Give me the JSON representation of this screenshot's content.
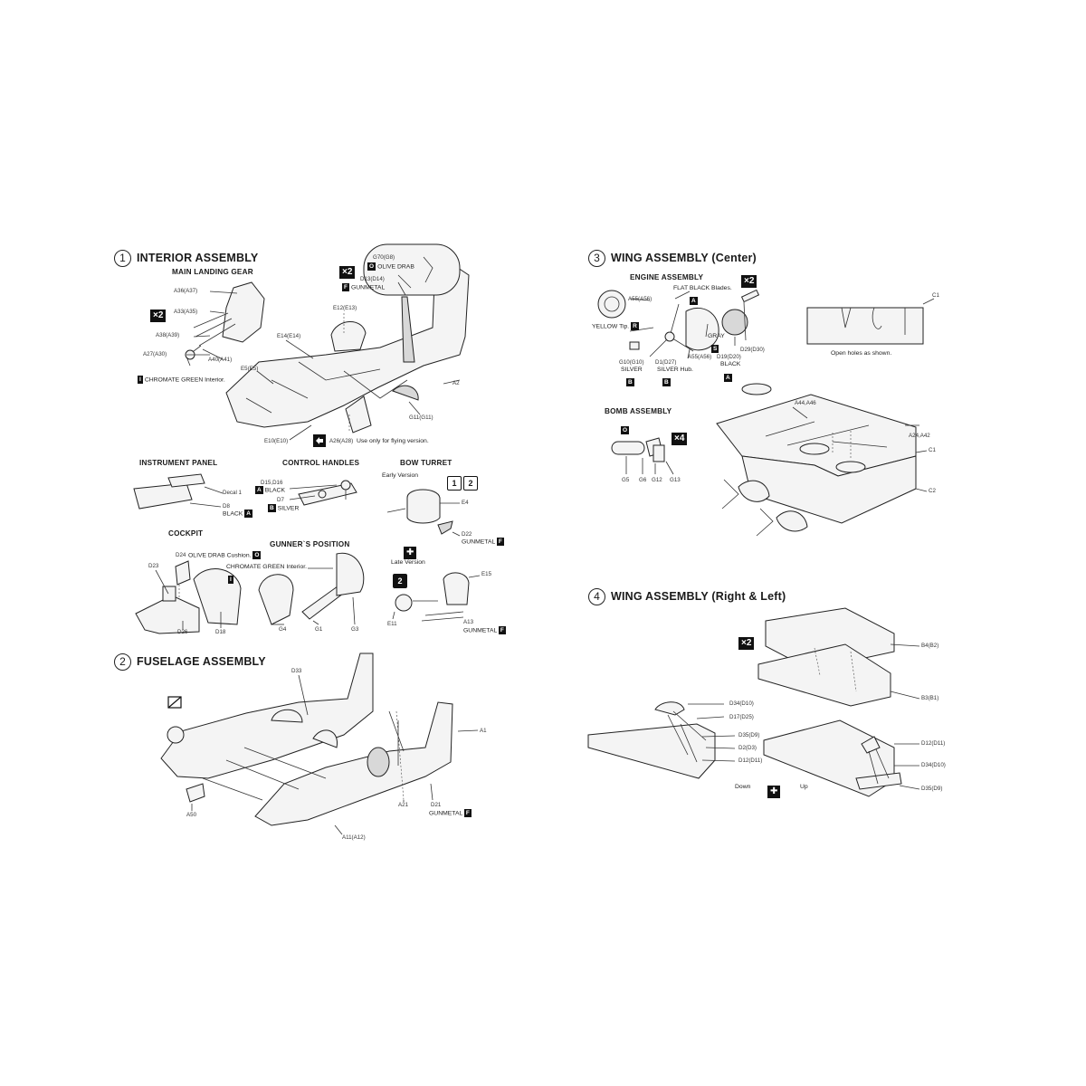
{
  "steps": {
    "s1": {
      "num": "1",
      "title": "INTERIOR ASSEMBLY"
    },
    "s2": {
      "num": "2",
      "title": "FUSELAGE ASSEMBLY"
    },
    "s3": {
      "num": "3",
      "title": "WING ASSEMBLY (Center)"
    },
    "s4": {
      "num": "4",
      "title": "WING ASSEMBLY (Right & Left)"
    }
  },
  "s1": {
    "main_landing_gear": "MAIN LANDING GEAR",
    "x2": "×2",
    "gear_parts": [
      "A36(A37)",
      "A33(A35)",
      "A38(A39)",
      "A27(A30)",
      "A40(A41)"
    ],
    "chromate_badge": "I",
    "chromate_note": "CHROMATE GREEN Interior.",
    "callout_x2": "×2",
    "callout_parts": [
      "G70(G8)",
      "D13(D14)"
    ],
    "olive_badge": "O",
    "olive_text": "OLIVE DRAB",
    "gun_badge": "F",
    "gun_text": "GUNMETAL",
    "fuse_parts": [
      "E12(E13)",
      "E14(E14)",
      "E5(E5)",
      "E10(E10)",
      "A2",
      "G11(G11)",
      "A26(A28)"
    ],
    "flying_note": "Use only for flying version.",
    "instrument_panel": "INSTRUMENT PANEL",
    "decal": "Decal 1",
    "d8": "D8",
    "black_text": "BLACK",
    "black_badge": "A",
    "control_handles": "CONTROL HANDLES",
    "d15": "D15,D16",
    "d7": "D7",
    "silver_badge": "B",
    "silver_text": "SILVER",
    "bow_turret": "BOW TURRET",
    "early_version": "Early Version",
    "e4": "E4",
    "d22": "D22",
    "late_version": "Late Version",
    "e15": "E15",
    "e11": "E11",
    "a13": "A13",
    "cockpit": "COCKPIT",
    "d24": "D24",
    "cushion": "OLIVE DRAB Cushion.",
    "d23": "D23",
    "d26": "D26",
    "d18": "D18",
    "gunners_position": "GUNNER`S POSITION",
    "chromate_interior": "CHROMATE GREEN Interior.",
    "g4": "G4",
    "g1": "G1",
    "g3": "G3"
  },
  "s2": {
    "parts": [
      "D33",
      "A1",
      "A50",
      "A21",
      "D21",
      "A11(A12)"
    ]
  },
  "s3": {
    "engine_assembly": "ENGINE ASSEMBLY",
    "x2": "×2",
    "a55": "A55(A56)",
    "flat_black": "FLAT BLACK Blades.",
    "yellow": "YELLOW Tip.",
    "yellow_badge": "R",
    "gray": "GRAY",
    "gray_badge": "S",
    "g10": "G10(G10)",
    "d1": "D1(D27)",
    "silver_hub": "SILVER Hub.",
    "a55b": "A55(A56)",
    "d19": "D19(D20)",
    "d29": "D29(D30)",
    "c1a": "C1",
    "open_holes": "Open holes as shown.",
    "bomb_assembly": "BOMB ASSEMBLY",
    "x4": "×4",
    "bomb_parts": [
      "G5",
      "G6",
      "G12",
      "G13"
    ],
    "a44": "A44,A46",
    "a24": "A24,A42",
    "c1b": "C1",
    "c2": "C2"
  },
  "s4": {
    "x2": "×2",
    "b4": "B4(B2)",
    "b3": "B3(B1)",
    "left_parts": [
      "D34(D10)",
      "D17(D25)",
      "D35(D9)",
      "D2(D3)",
      "D12(D11)"
    ],
    "right_parts": [
      "D12(D11)",
      "D34(D10)",
      "D35(D9)"
    ],
    "down": "Down",
    "up": "Up"
  }
}
